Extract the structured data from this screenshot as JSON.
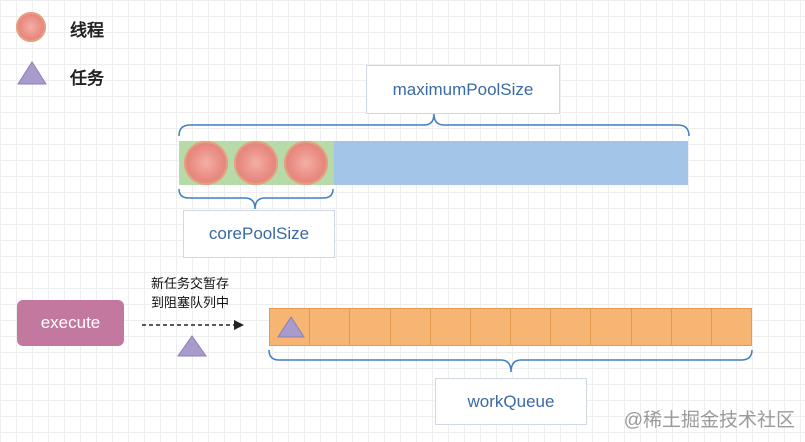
{
  "legend": {
    "thread_label": "线程",
    "task_label": "任务"
  },
  "pool": {
    "maximum_label": "maximumPoolSize",
    "core_label": "corePoolSize"
  },
  "execute": {
    "button_label": "execute",
    "note_line1": "新任务交暂存",
    "note_line2": "到阻塞队列中"
  },
  "queue": {
    "label": "workQueue"
  },
  "watermark": "@稀土掘金技术社区",
  "colors": {
    "thread": "#ea8f86",
    "task": "#a99bcc",
    "max_pool": "#a3c5e8",
    "core_pool": "#b7dba8",
    "queue": "#f7b574",
    "execute": "#c3789f",
    "brace": "#3f7fc6"
  }
}
